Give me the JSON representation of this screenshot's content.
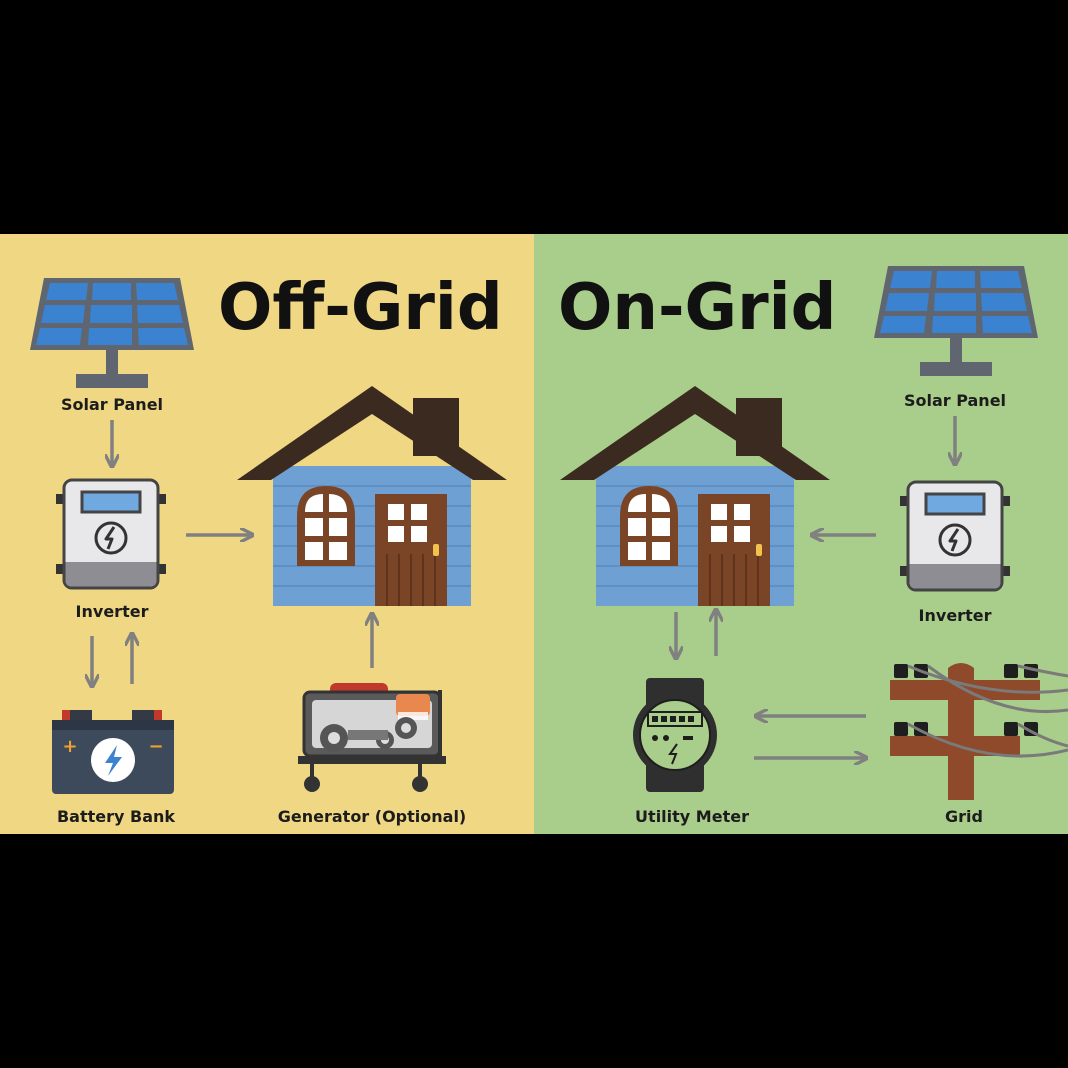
{
  "colors": {
    "background": "#000000",
    "off_grid_panel": "#f0d783",
    "on_grid_panel": "#a9cd8a",
    "arrow": "#808080",
    "house_wall": "#6fa0d3",
    "roof": "#3a2a1f",
    "door": "#7a4527",
    "solar_cell": "#3b82d0"
  },
  "off_grid": {
    "title": "Off-Grid",
    "labels": {
      "solar_panel": "Solar Panel",
      "inverter": "Inverter",
      "battery_bank": "Battery Bank",
      "generator": "Generator (Optional)"
    }
  },
  "on_grid": {
    "title": "On-Grid",
    "labels": {
      "solar_panel": "Solar Panel",
      "inverter": "Inverter",
      "utility_meter": "Utility Meter",
      "grid": "Grid"
    }
  },
  "icons": {
    "battery_plus": "+",
    "battery_minus": "−"
  }
}
